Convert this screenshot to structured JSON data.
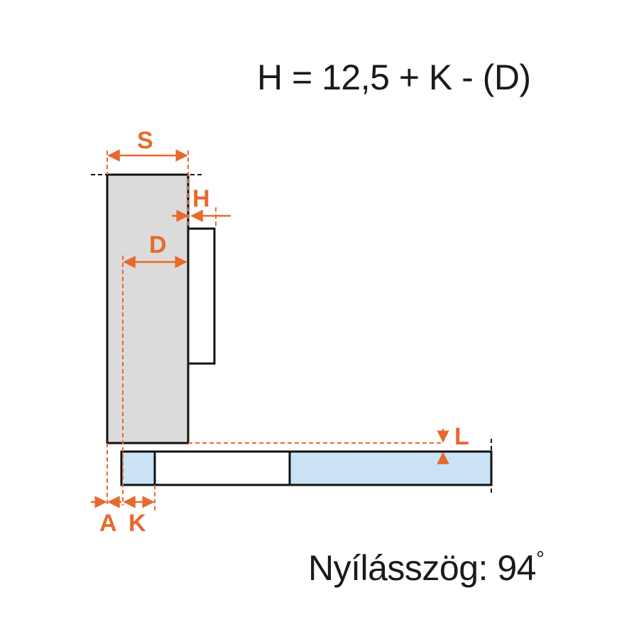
{
  "formula": "H = 12,5 + K - (D)",
  "caption": {
    "text": "Nyílásszög: 94",
    "degree_symbol": "°"
  },
  "labels": {
    "S": "S",
    "H": "H",
    "D": "D",
    "L": "L",
    "A": "A",
    "K": "K"
  },
  "colors": {
    "accent": "#E8692C",
    "side_panel": "#DCDBDB",
    "door_panel": "#C9E3F5",
    "outline": "#111111",
    "text": "#1a1a1a"
  }
}
